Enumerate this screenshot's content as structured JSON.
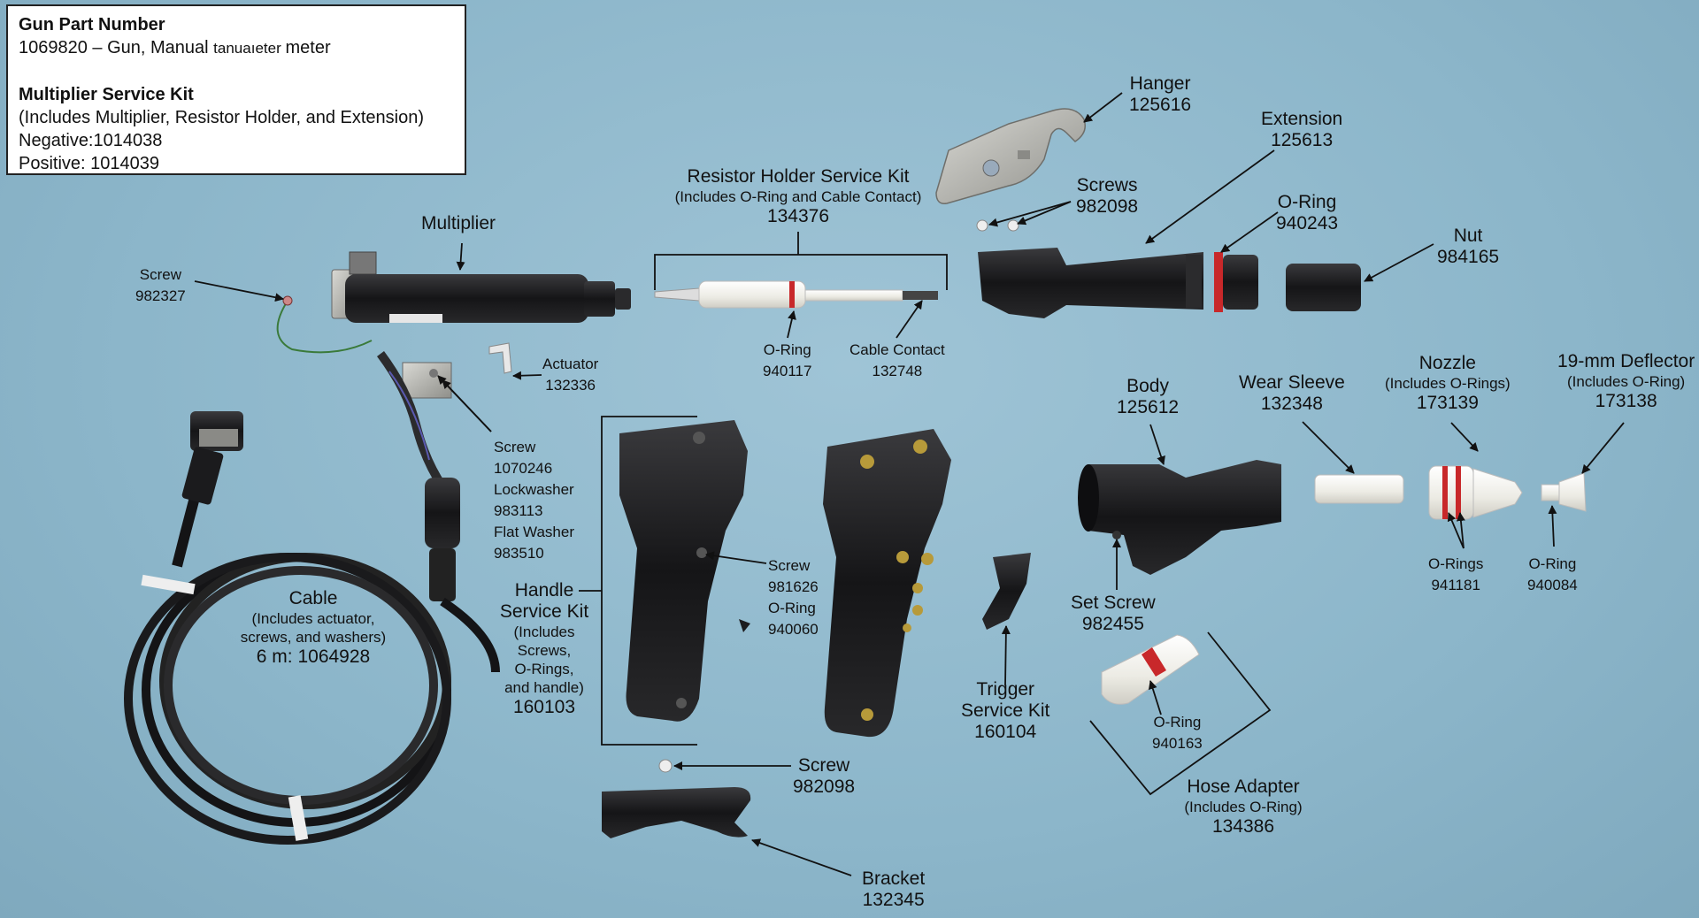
{
  "info_box": {
    "gun_heading": "Gun Part Number",
    "gun_line": "1069820 – Gun, Manual",
    "gun_line_overlay": "tanua",
    "gun_line_tail": "meter",
    "kit_heading": "Multiplier Service Kit",
    "kit_includes": "(Includes Multiplier, Resistor Holder, and Extension)",
    "negative": "Negative:1014038",
    "positive": "Positive: 1014039"
  },
  "callouts": {
    "hanger": {
      "name": "Hanger",
      "pn": "125616"
    },
    "extension": {
      "name": "Extension",
      "pn": "125613"
    },
    "resistor_kit": {
      "name": "Resistor Holder Service Kit",
      "sub": "(Includes O-Ring and Cable Contact)",
      "pn": "134376"
    },
    "screws_top": {
      "name": "Screws",
      "pn": "982098"
    },
    "oring_ext": {
      "name": "O-Ring",
      "pn": "940243"
    },
    "nut": {
      "name": "Nut",
      "pn": "984165"
    },
    "multiplier": {
      "name": "Multiplier"
    },
    "screw_mult": {
      "name": "Screw",
      "pn": "982327"
    },
    "actuator": {
      "name": "Actuator",
      "pn": "132336"
    },
    "oring_res": {
      "name": "O-Ring",
      "pn": "940117"
    },
    "cable_contact": {
      "name": "Cable Contact",
      "pn": "132748"
    },
    "screw_block": {
      "lines": [
        "Screw",
        "1070246",
        "Lockwasher",
        "983113",
        "Flat Washer",
        "983510"
      ]
    },
    "body": {
      "name": "Body",
      "pn": "125612"
    },
    "wear_sleeve": {
      "name": "Wear Sleeve",
      "pn": "132348"
    },
    "nozzle": {
      "name": "Nozzle",
      "sub": "(Includes O-Rings)",
      "pn": "173139"
    },
    "deflector": {
      "name": "19-mm Deflector",
      "sub": "(Includes O-Ring)",
      "pn": "173138"
    },
    "handle_screw": {
      "lines": [
        "Screw",
        "981626",
        "O-Ring",
        "940060"
      ]
    },
    "handle_kit": {
      "lines": [
        "Handle",
        "Service Kit"
      ],
      "sub_lines": [
        "(Includes",
        "Screws,",
        "O-Rings,",
        "and handle)"
      ],
      "pn": "160103"
    },
    "cable": {
      "name": "Cable",
      "sub_lines": [
        "(Includes actuator,",
        "screws, and washers)"
      ],
      "pn": "6 m:  1064928"
    },
    "orings_nozzle": {
      "name": "O-Rings",
      "pn": "941181"
    },
    "oring_defl": {
      "name": "O-Ring",
      "pn": "940084"
    },
    "set_screw": {
      "name": "Set Screw",
      "pn": "982455"
    },
    "trigger_kit": {
      "lines": [
        "Trigger",
        "Service Kit"
      ],
      "pn": "160104"
    },
    "oring_hose": {
      "name": "O-Ring",
      "pn": "940163"
    },
    "hose_adapter": {
      "name": "Hose Adapter",
      "sub": "(Includes O-Ring)",
      "pn": "134386"
    },
    "screw_bottom": {
      "name": "Screw",
      "pn": "982098"
    },
    "bracket": {
      "name": "Bracket",
      "pn": "132345"
    }
  },
  "colors": {
    "background": "#8cb6ca",
    "part_black": "#1b1b1d",
    "part_white": "#f2f0ea",
    "oring_red": "#c8282a",
    "metal": "#b9b9b4"
  }
}
